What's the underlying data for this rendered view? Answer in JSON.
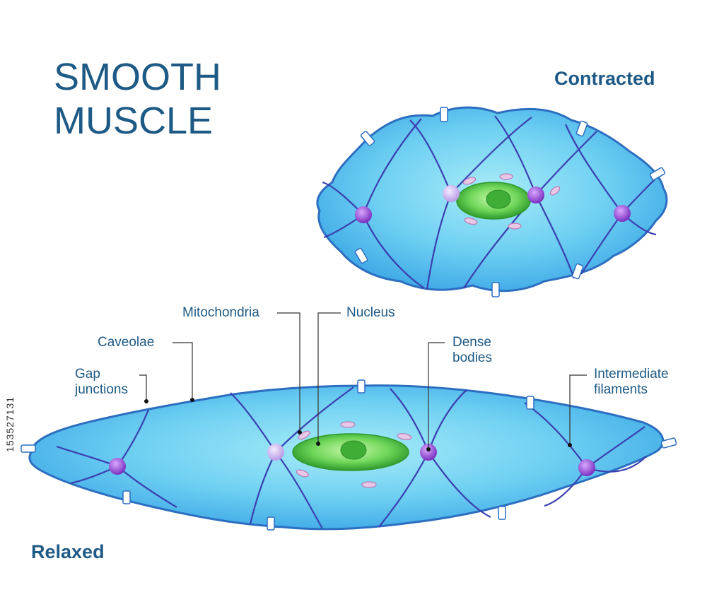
{
  "title": {
    "line1": "SMOOTH",
    "line2": "MUSCLE"
  },
  "states": {
    "contracted": "Contracted",
    "relaxed": "Relaxed"
  },
  "labels": {
    "mitochondria": "Mitochondria",
    "nucleus": "Nucleus",
    "caveolae": "Caveolae",
    "gap_junctions_line1": "Gap",
    "gap_junctions_line2": "junctions",
    "dense_bodies_line1": "Dense",
    "dense_bodies_line2": "bodies",
    "intermediate_filaments_line1": "Intermediate",
    "intermediate_filaments_line2": "filaments"
  },
  "side_code": "153527131",
  "colors": {
    "title": "#1e5a86",
    "cell_fill": "#5cc6f0",
    "cell_outline": "#2c6ec0",
    "filament": "#3a3fb0",
    "dense_body": "#8a3fc8",
    "nucleus": "#4fc24a",
    "nucleolus": "#2f9a2c"
  }
}
